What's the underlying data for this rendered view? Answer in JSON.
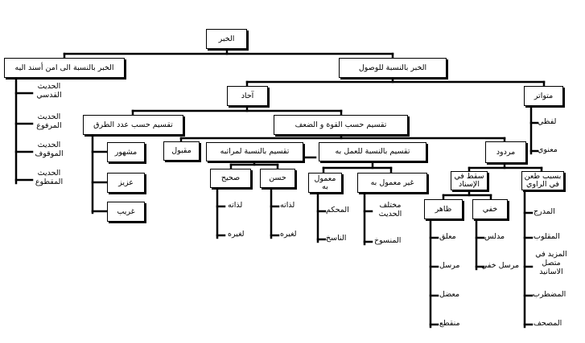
{
  "nodes": {
    "root": "الخبر",
    "left_branch": "الخبر بالنسبة الى امن أسند اليه",
    "right_branch": "الخبر بالنسبة للوصول",
    "ahad": "آحاد",
    "mutawatir": "متواتر",
    "by_paths": "تقسيم حسب عدد الطرق",
    "by_strength": "تقسيم حسب القوة و الضعف",
    "mashhur": "مشهور",
    "aziz": "عزيز",
    "gharib": "غريب",
    "maqbul": "مقبول",
    "by_rank": "تقسيم بالنسبة لمراتبه",
    "by_practice": "تقسيم بالنسبة للعمل به",
    "mardud": "مردود",
    "sahih": "صحيح",
    "hasan": "حسن",
    "mamul": "معمول به",
    "ghayr_mamul": "غير معمول به",
    "saqt_isnad": "سقط في الإسناد",
    "taan_rawi": "بسبب طعن في الراوي",
    "zahir": "ظاهر",
    "khafi": "خفي"
  },
  "labels": {
    "qudsi": "الحديث القدسي",
    "marfu": "الحديث المرفوع",
    "mawquf": "الحديث الموقوف",
    "maqtu": "الحديث المقطوع",
    "lafzi": "لفظي",
    "manawi": "معنوي",
    "sahih_lidhatihi": "لذاته",
    "sahih_lighayrihi": "لغيره",
    "hasan_lidhatihi": "لذاته",
    "hasan_lighayrihi": "لغيره",
    "muhkam": "المحكم",
    "nasikh": "الناسخ",
    "mukhtalif": "مختلف الحديث",
    "mansukh": "المنسوخ",
    "muallaq": "معلق",
    "mursal": "مرسل",
    "mudal": "معضل",
    "munqati": "منقطع",
    "mudallas": "مدلس",
    "mursal_khafi": "مرسل خفي",
    "mudraj": "المدرج",
    "maqlub": "المقلوب",
    "mazid": "المزيد في متصل الاسانيد",
    "mudtarib": "المضطرب",
    "musahhaf": "المصحف"
  }
}
